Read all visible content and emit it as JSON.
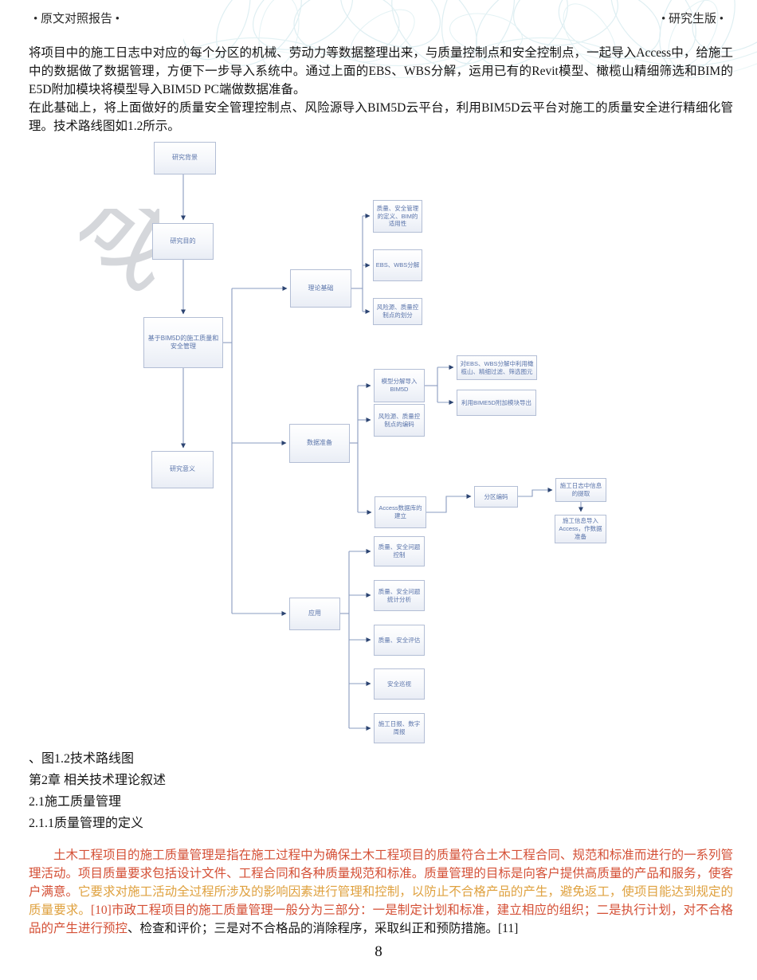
{
  "header": {
    "left": "• 原文对照报告 •",
    "right": "• 研究生版 •"
  },
  "body": {
    "p1": "将项目中的施工日志中对应的每个分区的机械、劳动力等数据整理出来，与质量控制点和安全控制点，一起导入Access中，给施工中的数据做了数据管理，方便下一步导入系统中。通过上面的EBS、WBS分解，运用已有的Revit模型、橄榄山精细筛选和BIM的E5D附加模块将模型导入BIM5D PC端做数据准备。",
    "p2": "在此基础上，将上面做好的质量安全管理控制点、风险源导入BIM5D云平台，利用BIM5D云平台对施工的质量安全进行精细化管理。技术路线图如1.2所示。"
  },
  "flowchart": {
    "watermark": "成",
    "nodes": [
      {
        "label": "研究背景"
      },
      {
        "label": "研究目的"
      },
      {
        "label": "基于BIM5D的施工质量和安全管理"
      },
      {
        "label": "研究意义"
      },
      {
        "label": "理论基础"
      },
      {
        "label": "数据准备"
      },
      {
        "label": "应用"
      },
      {
        "label": "质量、安全管理的定义、BIM的适用性"
      },
      {
        "label": "EBS、WBS分解"
      },
      {
        "label": "风险源、质量控制点的划分"
      },
      {
        "label": "模型分解导入BIM5D"
      },
      {
        "label": "风险源、质量控制点的编码"
      },
      {
        "label": "对EBS、WBS分解中利用橄榄山、精细过滤、筛选图元"
      },
      {
        "label": "利用BIME5D附加模块导出"
      },
      {
        "label": "Access数据库的建立"
      },
      {
        "label": "分区编码"
      },
      {
        "label": "施工日志中信息的提取"
      },
      {
        "label": "施工信息导入Access，作数据准备"
      },
      {
        "label": "质量、安全问题控制"
      },
      {
        "label": "质量、安全问题统计分析"
      },
      {
        "label": "质量、安全评估"
      },
      {
        "label": "安全巡视"
      },
      {
        "label": "施工日报、数字周报"
      }
    ]
  },
  "captions": {
    "figure": "、图1.2技术路线图",
    "chapter": "第2章  相关技术理论叙述",
    "section": "2.1施工质量管理",
    "subsection": "2.1.1质量管理的定义"
  },
  "quality_paragraph": {
    "seg_red1": "土木工程项目的施工质量管理是指在施工过程中为确保土木工程项目的质量符合土木工程合同、规范和标准而进行的一系列管理活动。项目质量要求包括设计文件、工程合同和各种质量规范和标准。质量管理的目标是向客户提供高质量的产品和服务，使客户满意。",
    "seg_orange": "它要求对施工活动全过程所涉及的影响因素进行管理和控制，以防止不合格产品的产生，避免返工，使项目能达到规定的质量要求。",
    "seg_red2": "[10]市政工程项目的施工质量管理一般分为三部分：一是制定计划和标准，建立相应的组织；二是执行计划，对不合格品的产生进行预控",
    "seg_black": "、检查和评价；三是对不合格品的消除程序，采取纠正和预防措施。[11]"
  },
  "page_number": "8",
  "colors": {
    "accent_red": "#d44f35",
    "accent_orange": "#dfa13f",
    "box_border": "#b3bed5",
    "box_text": "#5a74aa",
    "connector": "#8a9cc0",
    "arrowhead": "#2c4472",
    "guilloche": "#d7ebef"
  }
}
